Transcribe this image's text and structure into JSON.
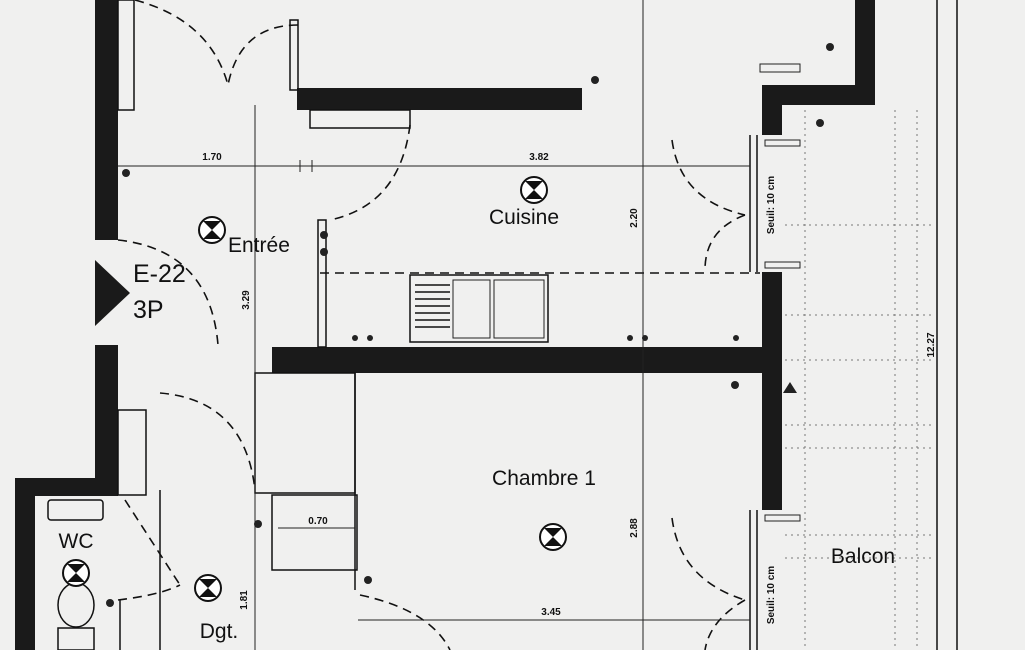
{
  "plan": {
    "unit_code": "E-22",
    "unit_type": "3P",
    "rooms": {
      "entree": "Entrée",
      "cuisine": "Cuisine",
      "chambre1": "Chambre 1",
      "balcon": "Balcon",
      "wc": "WC",
      "dgt": "Dgt."
    },
    "dimensions": {
      "entree_width": "1.70",
      "cuisine_width": "3.82",
      "cuisine_depth": "2.20",
      "entree_depth": "3.29",
      "chambre_depth": "2.88",
      "chambre_width": "3.45",
      "closet_width": "0.70",
      "dgt_depth": "1.81",
      "balcon_length": "12.27"
    },
    "notes": {
      "seuil_top": "Seuil: 10 cm",
      "seuil_bottom": "Seuil: 10 cm"
    }
  }
}
